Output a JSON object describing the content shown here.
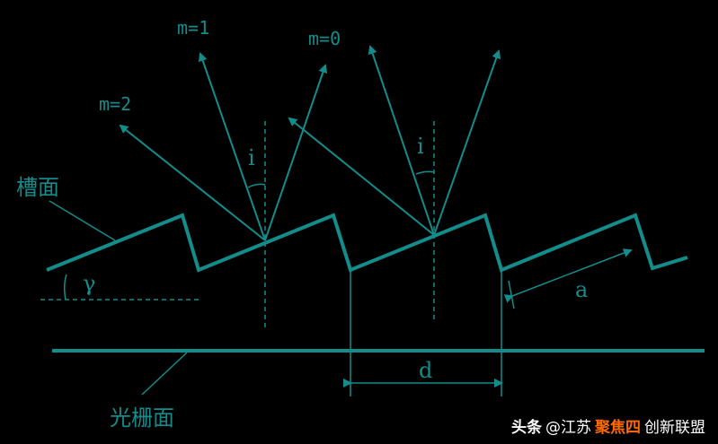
{
  "labels": {
    "m1": "m=1",
    "m0": "m=0",
    "m2": "m=2",
    "i_left": "i",
    "i_right": "i",
    "groove_face": "槽面",
    "gamma": "γ",
    "a": "a",
    "d": "d",
    "grating_plane": "光栅面"
  },
  "watermark": {
    "brand": "头条",
    "handle": "@江苏",
    "overlay": "聚焦四",
    "suffix": "创新联盟"
  },
  "colors": {
    "background": "#000000",
    "line": "#138c8c",
    "text": "#138c8c",
    "watermark_text": "#ffffff",
    "watermark_overlay": "#ff6a00"
  }
}
